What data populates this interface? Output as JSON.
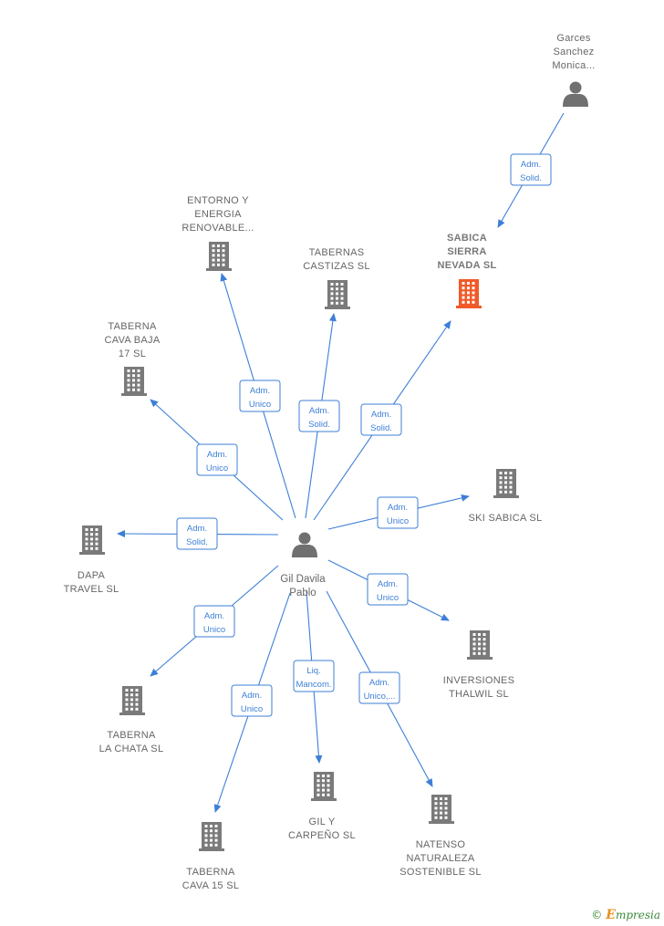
{
  "center": {
    "label": [
      "Gil Davila",
      "Pablo"
    ],
    "icon": "person-icon"
  },
  "top_person": {
    "label": [
      "Garces",
      "Sanchez",
      "Monica..."
    ],
    "icon": "person-icon"
  },
  "companies": [
    {
      "id": "entorno",
      "label": [
        "ENTORNO Y",
        "ENERGIA",
        "RENOVABLE..."
      ],
      "icon": "building-icon",
      "highlight": false
    },
    {
      "id": "tabernas-castizas",
      "label": [
        "TABERNAS",
        "CASTIZAS  SL"
      ],
      "icon": "building-icon",
      "highlight": false
    },
    {
      "id": "sabica",
      "label": [
        "SABICA",
        "SIERRA",
        "NEVADA  SL"
      ],
      "icon": "building-icon",
      "highlight": true
    },
    {
      "id": "taberna-cava-baja",
      "label": [
        "TABERNA",
        "CAVA BAJA",
        "17  SL"
      ],
      "icon": "building-icon",
      "highlight": false
    },
    {
      "id": "ski-sabica",
      "label": [
        "SKI SABICA SL"
      ],
      "icon": "building-icon",
      "highlight": false
    },
    {
      "id": "dapa",
      "label": [
        "DAPA",
        "TRAVEL SL"
      ],
      "icon": "building-icon",
      "highlight": false
    },
    {
      "id": "inversiones",
      "label": [
        "INVERSIONES",
        "THALWIL  SL"
      ],
      "icon": "building-icon",
      "highlight": false
    },
    {
      "id": "la-chata",
      "label": [
        "TABERNA",
        "LA CHATA  SL"
      ],
      "icon": "building-icon",
      "highlight": false
    },
    {
      "id": "gil-carpeno",
      "label": [
        "GIL Y",
        "CARPEÑO  SL"
      ],
      "icon": "building-icon",
      "highlight": false
    },
    {
      "id": "natenso",
      "label": [
        "NATENSO",
        "NATURALEZA",
        "SOSTENIBLE SL"
      ],
      "icon": "building-icon",
      "highlight": false
    },
    {
      "id": "cava15",
      "label": [
        "TABERNA",
        "CAVA 15  SL"
      ],
      "icon": "building-icon",
      "highlight": false
    }
  ],
  "edges": [
    {
      "from": "top_person",
      "to": "sabica",
      "label": [
        "Adm.",
        "Solid."
      ]
    },
    {
      "from": "center",
      "to": "entorno",
      "label": [
        "Adm.",
        "Unico"
      ]
    },
    {
      "from": "center",
      "to": "tabernas-castizas",
      "label": [
        "Adm.",
        "Solid."
      ]
    },
    {
      "from": "center",
      "to": "sabica",
      "label": [
        "Adm.",
        "Solid."
      ]
    },
    {
      "from": "center",
      "to": "taberna-cava-baja",
      "label": [
        "Adm.",
        "Unico"
      ]
    },
    {
      "from": "center",
      "to": "ski-sabica",
      "label": [
        "Adm.",
        "Unico"
      ]
    },
    {
      "from": "center",
      "to": "dapa",
      "label": [
        "Adm.",
        "Solid."
      ]
    },
    {
      "from": "center",
      "to": "inversiones",
      "label": [
        "Adm.",
        "Unico"
      ]
    },
    {
      "from": "center",
      "to": "la-chata",
      "label": [
        "Adm.",
        "Unico"
      ]
    },
    {
      "from": "center",
      "to": "gil-carpeno",
      "label": [
        "Liq.",
        "Mancom."
      ]
    },
    {
      "from": "center",
      "to": "natenso",
      "label": [
        "Adm.",
        "Unico,..."
      ]
    },
    {
      "from": "center",
      "to": "cava15",
      "label": [
        "Adm.",
        "Unico"
      ]
    }
  ],
  "colors": {
    "edge": "#3d7fd6",
    "building": "#7a7a7a",
    "highlight": "#f05a28",
    "person": "#707070"
  },
  "watermark": {
    "symbol": "©",
    "initial": "E",
    "rest": "mpresia"
  }
}
